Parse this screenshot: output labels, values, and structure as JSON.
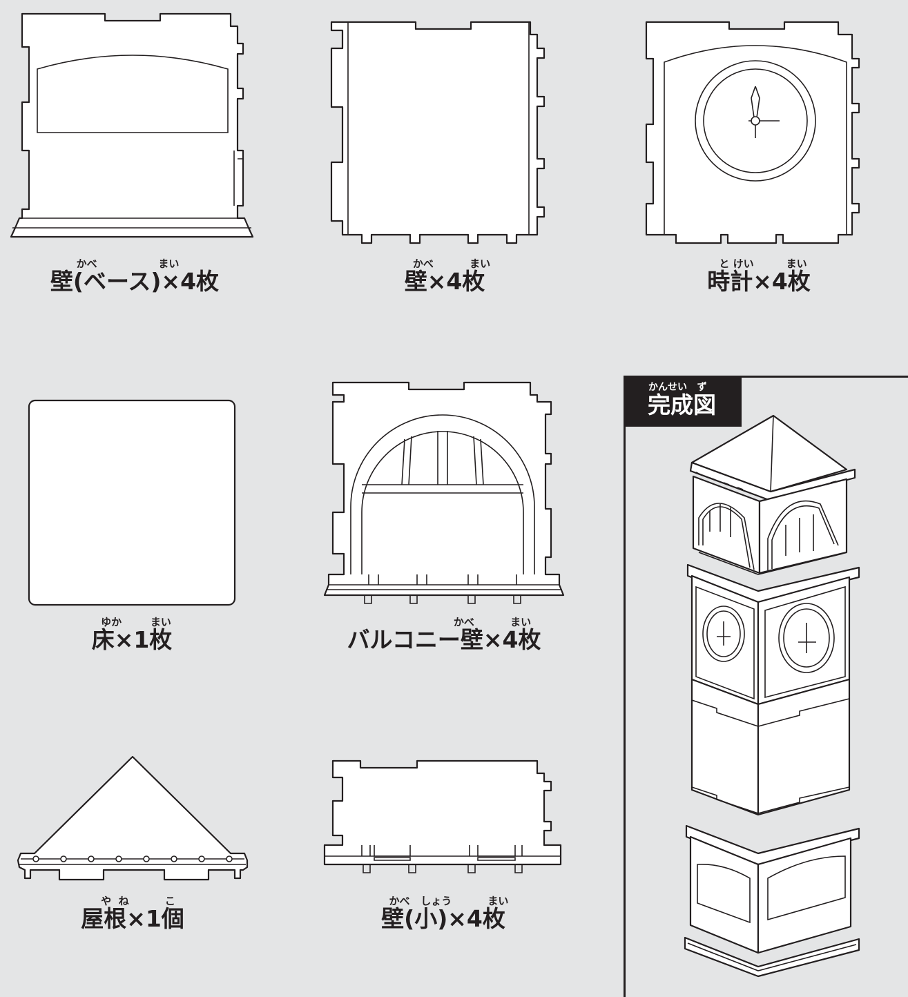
{
  "parts": [
    {
      "id": "wall-base",
      "name": "壁(ベース)×4枚",
      "ruby": "かべ                 まい"
    },
    {
      "id": "wall",
      "name": "壁×4枚",
      "ruby": "かべ          まい"
    },
    {
      "id": "clock",
      "name": "時計×4枚",
      "ruby": "と けい         まい"
    },
    {
      "id": "floor",
      "name": "床×1枚",
      "ruby": "ゆか        まい"
    },
    {
      "id": "balcony-wall",
      "name": "バルコニー壁×4枚",
      "ruby": "かべ          まい"
    },
    {
      "id": "roof",
      "name": "屋根×1個",
      "ruby": "や  ね          こ"
    },
    {
      "id": "wall-small",
      "name": "壁(小)×4枚",
      "ruby": "かべ   しょう          まい"
    }
  ],
  "completed": {
    "title": "完成図",
    "ruby": "かんせい   ず"
  },
  "colors": {
    "background": "#e4e5e6",
    "line": "#231f20",
    "piece_fill": "#ffffff"
  }
}
